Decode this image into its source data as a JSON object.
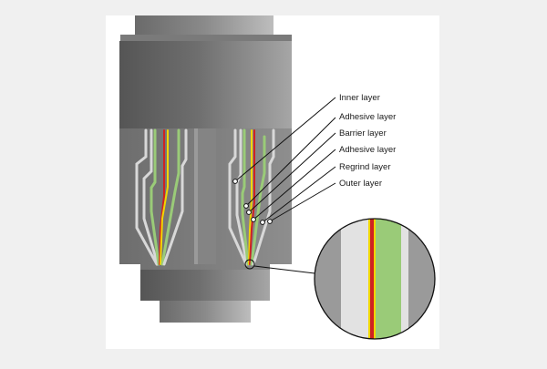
{
  "labels": [
    "Inner layer",
    "Adhesive layer",
    "Barrier layer",
    "Adhesive layer",
    "Regrind layer",
    "Outer layer"
  ],
  "colors": {
    "background": "#f0f0f0",
    "panel": "#ffffff",
    "inner_layer": "#e2e2e2",
    "adhesive_layer": "#f2d600",
    "barrier_layer": "#cf2222",
    "regrind_layer": "#9acb78",
    "outer_layer": "#9a9a9a",
    "leader_line": "#111111"
  }
}
